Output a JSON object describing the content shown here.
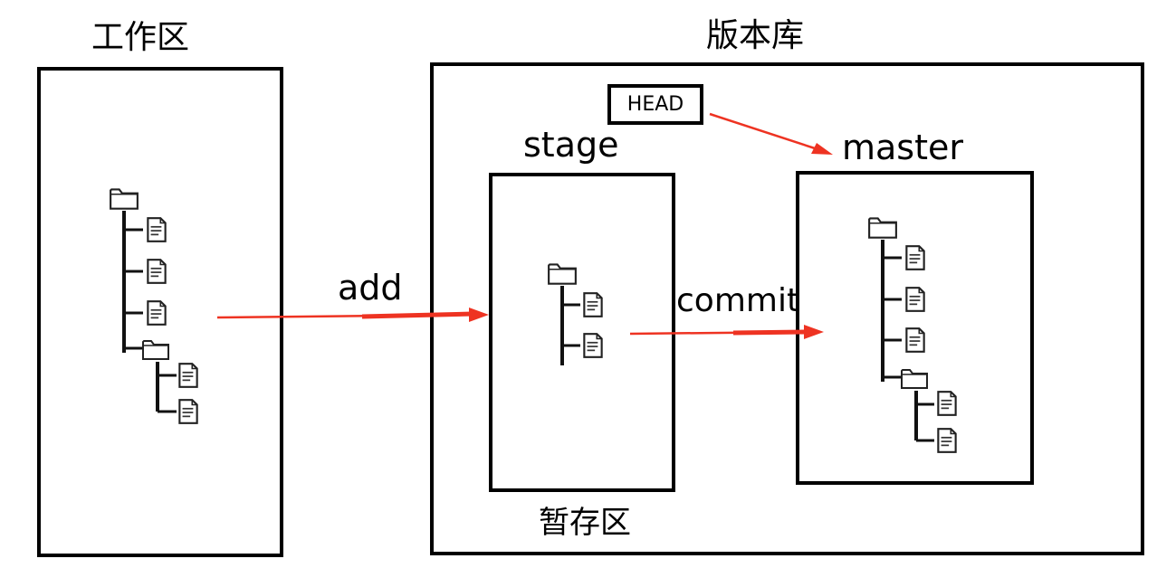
{
  "working_area": {
    "title": "工作区"
  },
  "repository": {
    "title": "版本库",
    "head_label": "HEAD",
    "stage": {
      "label": "stage",
      "caption": "暂存区"
    },
    "master": {
      "label": "master"
    }
  },
  "arrows": {
    "add_label": "add",
    "commit_label": "commit",
    "color": "#ee3322"
  },
  "icons": {
    "folder": "folder-icon",
    "file": "file-icon"
  }
}
